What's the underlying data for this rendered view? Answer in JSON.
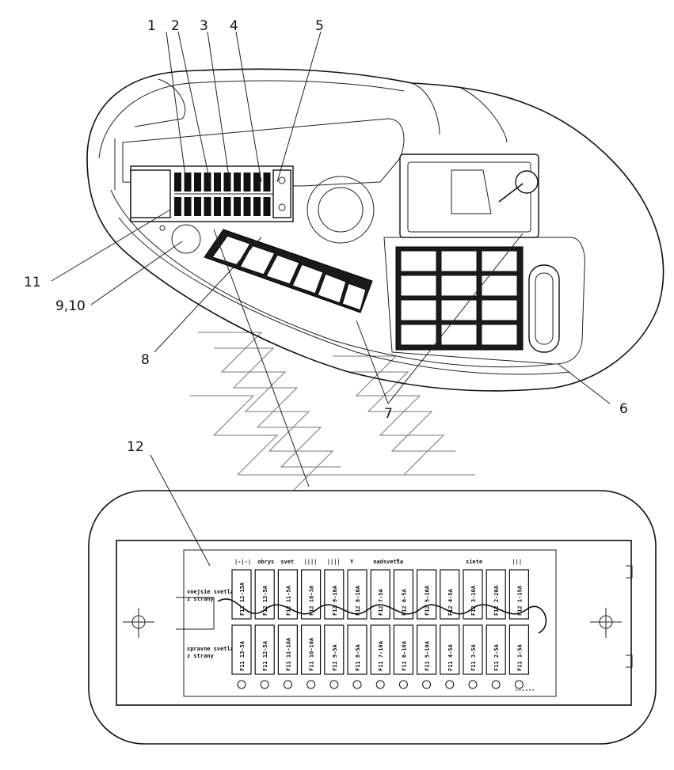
{
  "callouts": {
    "n1": "1",
    "n2": "2",
    "n3": "3",
    "n4": "4",
    "n5": "5",
    "n6": "6",
    "n7": "7",
    "n8": "8",
    "n9_10": "9,10",
    "n11": "11",
    "n12": "12"
  },
  "fuse_panel": {
    "top_row_label": "vnejsie svetla\nz strany",
    "bottom_row_label": "spravne svetla\nz strany",
    "bottom_right_code": "------",
    "top_header_labels": [
      "|-|-|",
      "obrys",
      "svet",
      "||||",
      "||||",
      "Y",
      "nadsvetla",
      "Y",
      "",
      "",
      "siete",
      "",
      "|||"
    ],
    "top_fuses": [
      "F12 12-15A",
      "F12 13-5A",
      "F12 11-5A",
      "F12 10-3A",
      "F12 9-10A",
      "F12 8-10A",
      "F12 7-5A",
      "F12 6-5A",
      "F12 5-10A",
      "F12 4-5A",
      "F12 3-10A",
      "F12 2-20A",
      "F12 1-15A"
    ],
    "bottom_fuses": [
      "F11 13-5A",
      "F11 12-5A",
      "F11 11-10A",
      "F11 10-10A",
      "F11 9-5A",
      "F11 8-5A",
      "F11 7-10A",
      "F11 6-10A",
      "F11 5-10A",
      "F11 4-5A",
      "F11 3-5A",
      "F11 2-5A",
      "F11 1-5A"
    ],
    "bottom_footer_labels": [
      "",
      "",
      "",
      "",
      "",
      "",
      "",
      "",
      "",
      "",
      "",
      "",
      ""
    ]
  }
}
